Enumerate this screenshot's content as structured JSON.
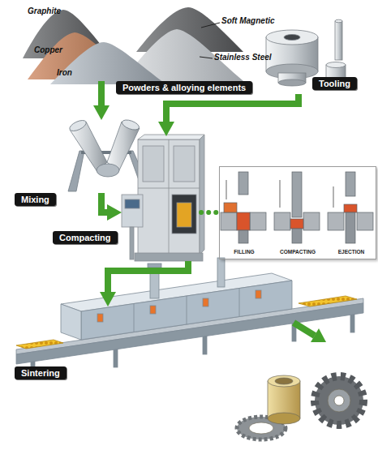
{
  "diagram": {
    "nodes": [
      {
        "text": [
          "Powders & alloying elements"
        ]
      },
      {
        "text": [
          "Tooling"
        ]
      },
      {
        "text": [
          "Mixing"
        ]
      },
      {
        "text": [
          "Compacting"
        ]
      },
      {
        "text": [
          "FILLING",
          "COMPACTING",
          "EJECTION"
        ]
      },
      {
        "text": [
          "Sintering"
        ]
      }
    ],
    "edges": [
      {
        "from": 0,
        "to": 2,
        "arrow": "to"
      },
      {
        "from": 1,
        "to": 3,
        "arrow": "to"
      },
      {
        "from": 2,
        "to": 3,
        "arrow": "to"
      },
      {
        "from": 3,
        "to": 4,
        "arrow": "none"
      },
      {
        "from": 3,
        "to": 5,
        "arrow": "to"
      }
    ],
    "labels": [
      "Graphite",
      "Soft Magnetic",
      "Copper",
      "Stainless Steel",
      "Iron"
    ]
  }
}
